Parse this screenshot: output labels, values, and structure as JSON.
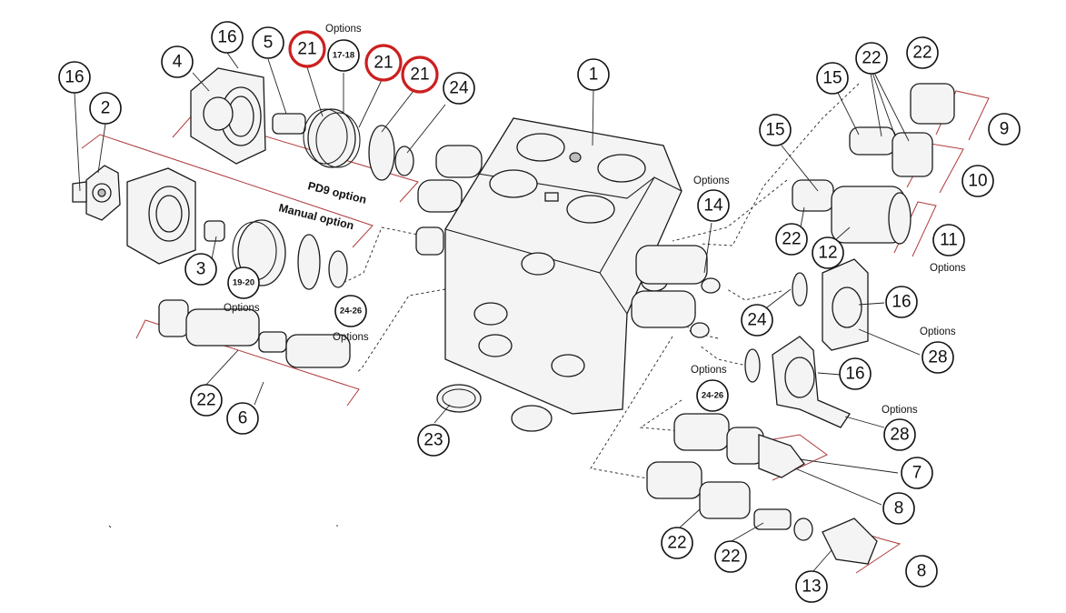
{
  "callouts": {
    "c1": "1",
    "c2": "2",
    "c3": "3",
    "c4": "4",
    "c5": "5",
    "c6": "6",
    "c7": "7",
    "c8a": "8",
    "c8b": "8",
    "c9": "9",
    "c10": "10",
    "c11": "11",
    "c12": "12",
    "c13": "13",
    "c14": "14",
    "c15a": "15",
    "c15b": "15",
    "c16a": "16",
    "c16b": "16",
    "c16c": "16",
    "c16d": "16",
    "c1718": "17-18",
    "c1920": "19-20",
    "c21a": "21",
    "c21b": "21",
    "c21c": "21",
    "c22a": "22",
    "c22b": "22",
    "c22c": "22",
    "c22d": "22",
    "c22e": "22",
    "c22f": "22",
    "c23": "23",
    "c24a": "24",
    "c24b": "24",
    "c2426a": "24-26",
    "c2426b": "24-26",
    "c28a": "28",
    "c28b": "28"
  },
  "notes": {
    "options_top": "Options",
    "options_14": "Options",
    "options_11": "Options",
    "options_28a": "Options",
    "options_24_26": "Options",
    "options_28b": "Options",
    "options_6a": "Options",
    "options_6b": "Options"
  },
  "labels": {
    "pd9_option": "PD9 option",
    "manual_option": "Manual option"
  },
  "colors": {
    "highlight_ring": "#cc1f1f",
    "bracket": "#b03a3a"
  }
}
